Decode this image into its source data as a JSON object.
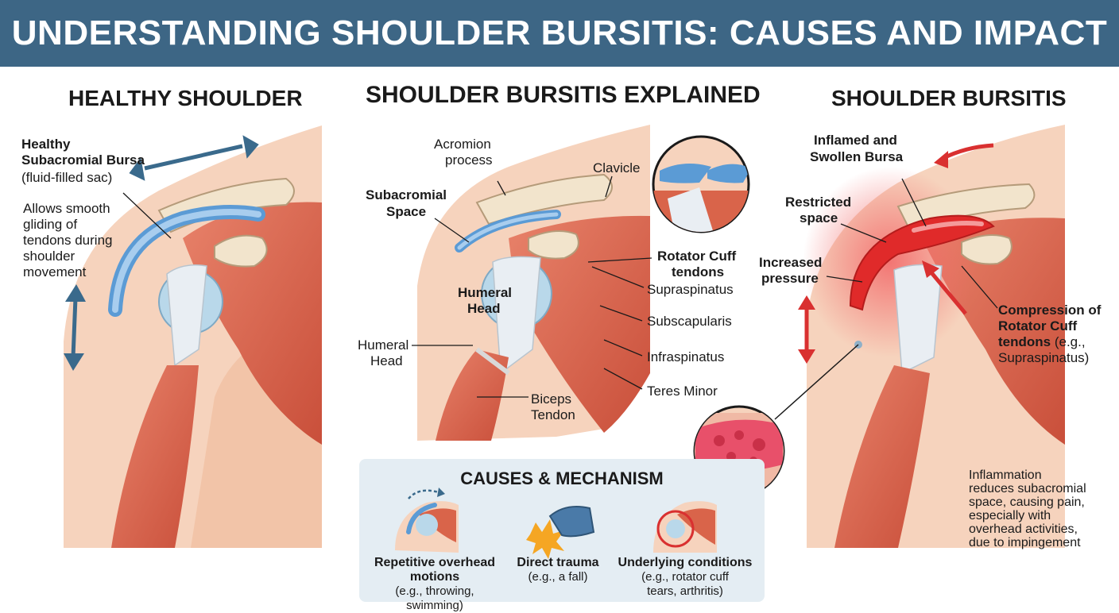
{
  "title": "UNDERSTANDING SHOULDER BURSITIS: CAUSES AND IMPACT",
  "panels": {
    "left": {
      "title": "HEALTHY SHOULDER",
      "bursa_label_1": "Healthy",
      "bursa_label_2": "Subacromial Bursa",
      "bursa_label_3": "(fluid-filled sac)",
      "desc": [
        "Allows smooth",
        "gliding of",
        "tendons during",
        "shoulder",
        "movement"
      ]
    },
    "middle": {
      "title": "SHOULDER BURSITIS EXPLAINED",
      "acromion": [
        "Acromion",
        "process"
      ],
      "clavicle": "Clavicle",
      "subacromial_space": [
        "Subacromial",
        "Space"
      ],
      "rotator_cuff": [
        "Rotator Cuff",
        "tendons"
      ],
      "muscles": [
        "Supraspinatus",
        "Subscapularis",
        "Infraspinatus",
        "Teres Minor"
      ],
      "humeral_head_bold": [
        "Humeral",
        "Head"
      ],
      "humeral_head": [
        "Humeral",
        "Head"
      ],
      "biceps": [
        "Biceps",
        "Tendon"
      ]
    },
    "right": {
      "title": "SHOULDER BURSITIS",
      "inflamed": [
        "Inflamed and",
        "Swollen Bursa"
      ],
      "restricted": [
        "Restricted",
        "space"
      ],
      "pressure": [
        "Increased",
        "pressure"
      ],
      "compression_1": "Compression of",
      "compression_2": "Rotator Cuff",
      "compression_3a": "tendons",
      "compression_3b": " (e.g.,",
      "compression_4": "Supraspinatus)",
      "note": [
        "Inflammation",
        "reduces subacromial",
        "space, causing pain,",
        "especially with",
        "overhead activities,",
        "due to impingement"
      ]
    }
  },
  "causes": {
    "title": "CAUSES & MECHANISM",
    "items": [
      {
        "title": [
          "Repetitive overhead",
          "motions"
        ],
        "sub": [
          "(e.g., throwing, swimming)"
        ]
      },
      {
        "title": [
          "Direct trauma"
        ],
        "sub": [
          "(e.g., a fall)"
        ]
      },
      {
        "title": [
          "Underlying conditions"
        ],
        "sub": [
          "(e.g., rotator cuff",
          "tears, arthritis)"
        ]
      }
    ]
  },
  "colors": {
    "banner": "#3d6685",
    "bursa_healthy": "#5b9bd5",
    "bursa_inflamed": "#e02a2a",
    "muscle": "#d9644a",
    "arrow_blue": "#3a6a8c",
    "arrow_red": "#d93030"
  }
}
